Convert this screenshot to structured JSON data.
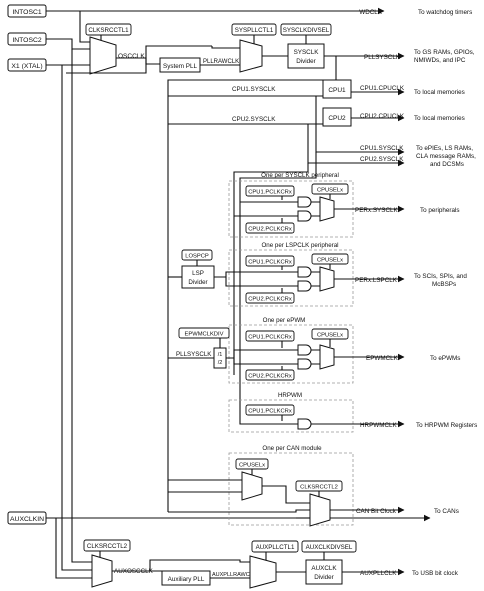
{
  "inputs": {
    "intosc1": "INTOSC1",
    "intosc2": "INTOSC2",
    "x1": "X1 (XTAL)",
    "auxclkin": "AUXCLKIN"
  },
  "registers": {
    "clksrcctl1": "CLKSRCCTL1",
    "syspllctl1": "SYSPLLCTL1",
    "sysclkdivsel": "SYSCLKDIVSEL",
    "lospcp": "LOSPCP",
    "epwmclkdiv": "EPWMCLKDIV",
    "clksrcctl2_can": "CLKSRCCTL2",
    "clksrcctl2_aux": "CLKSRCCTL2",
    "auxpllctl1": "AUXPLLCTL1",
    "auxclkdivsel": "AUXCLKDIVSEL",
    "cpusel_sys": "CPUSELx",
    "cpusel_ls": "CPUSELx",
    "cpusel_epwm": "CPUSELx",
    "cpusel_can": "CPUSELx",
    "pclk_sys_1": "CPU1.PCLKCRx",
    "pclk_sys_2": "CPU2.PCLKCRx",
    "pclk_ls_1": "CPU1.PCLKCRx",
    "pclk_ls_2": "CPU2.PCLKCRx",
    "pclk_epwm_1": "CPU1.PCLKCRx",
    "pclk_epwm_2": "CPU2.PCLKCRx",
    "pclk_hr_1": "CPU1.PCLKCRx"
  },
  "blocks": {
    "system_pll": "System PLL",
    "sysclk_divider_1": "SYSCLK",
    "sysclk_divider_2": "Divider",
    "cpu1": "CPU1",
    "cpu2": "CPU2",
    "lsp_divider_1": "LSP",
    "lsp_divider_2": "Divider",
    "aux_pll": "Auxiliary PLL",
    "auxclk_divider_1": "AUXCLK",
    "auxclk_divider_2": "Divider",
    "div1": "/1",
    "div2": "/2"
  },
  "signals": {
    "wdclk": "WDCLK",
    "oscclk": "OSCCLK",
    "pllrawclk": "PLLRAWCLK",
    "pllsysclk": "PLLSYSCLK",
    "cpu1_sysclk_a": "CPU1.SYSCLK",
    "cpu2_sysclk_a": "CPU2.SYSCLK",
    "cpu1_cpuclk": "CPU1.CPUCLK",
    "cpu2_cpuclk": "CPU2.CPUCLK",
    "cpu1_sysclk_b": "CPU1.SYSCLK",
    "cpu2_sysclk_b": "CPU2.SYSCLK",
    "perx_sysclk": "PERx.SYSCLK",
    "perx_lspclk": "PERx.LSPCLK",
    "pllsysclk_epwm": "PLLSYSCLK",
    "epwmclk": "EPWMCLK",
    "hrpwmclk": "HRPWMCLK",
    "can_bit_clock": "CAN Bit Clock",
    "auxoscclk": "AUXOSCCLK",
    "auxpllrawclk": "AUXPLLRAWCLK",
    "auxpllclk": "AUXPLLCLK"
  },
  "destinations": {
    "watchdog": "To watchdog timers",
    "gs_1": "To GS RAMs, GPIOs,",
    "gs_2": "NMIWDs, and IPC",
    "local_1": "To local memories",
    "local_2": "To local memories",
    "epie_1": "To ePIEs, LS RAMs,",
    "epie_2": "CLA message RAMs,",
    "epie_3": "and DCSMs",
    "peripherals": "To peripherals",
    "scis_1": "To SCIs, SPIs, and",
    "scis_2": "McBSPs",
    "epwms": "To ePWMs",
    "hrpwm": "To HRPWM Registers",
    "cans": "To CANs",
    "usb": "To USB bit clock"
  },
  "groups": {
    "sysclk_periph": "One per SYSCLK peripheral",
    "lspclk_periph": "One per LSPCLK peripheral",
    "epwm": "One per ePWM",
    "hrpwm": "HRPWM",
    "can": "One per CAN module"
  }
}
